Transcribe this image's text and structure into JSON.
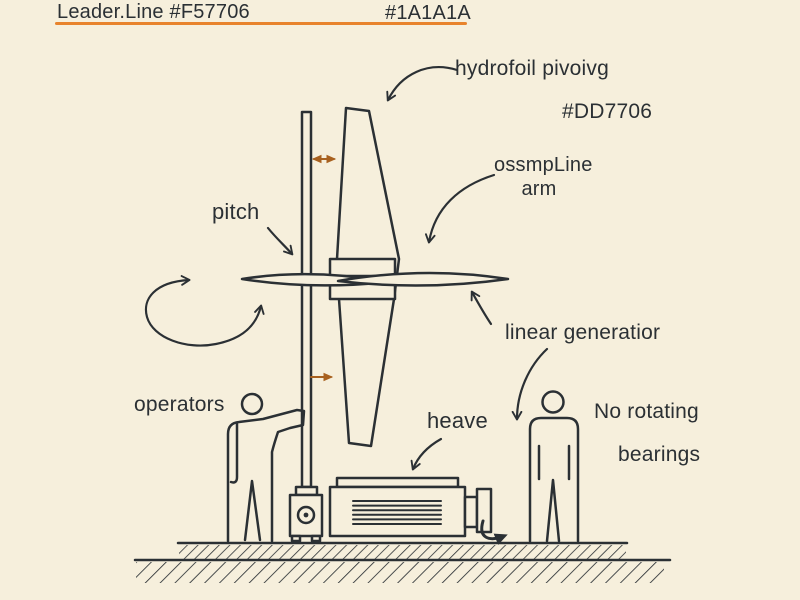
{
  "colors": {
    "background": "#F6EFDC",
    "ink": "#2B3034",
    "leader-orange": "#E8832C",
    "arrow-brown": "#A8611F"
  },
  "header": {
    "left_label": "Leader.Line #F57706",
    "right_label": "#1A1A1A"
  },
  "annotations": {
    "hydrofoil": "hydrofoil pivoivg",
    "hex_code": "#DD7706",
    "osmp_line_1": "ossmpLine",
    "osmp_line_2": "arm",
    "pitch": "pitch",
    "linear_generator": "linear generatior",
    "operators": "operators",
    "heave": "heave",
    "no_rotating_1": "No rotating",
    "no_rotating_2": "bearings"
  }
}
